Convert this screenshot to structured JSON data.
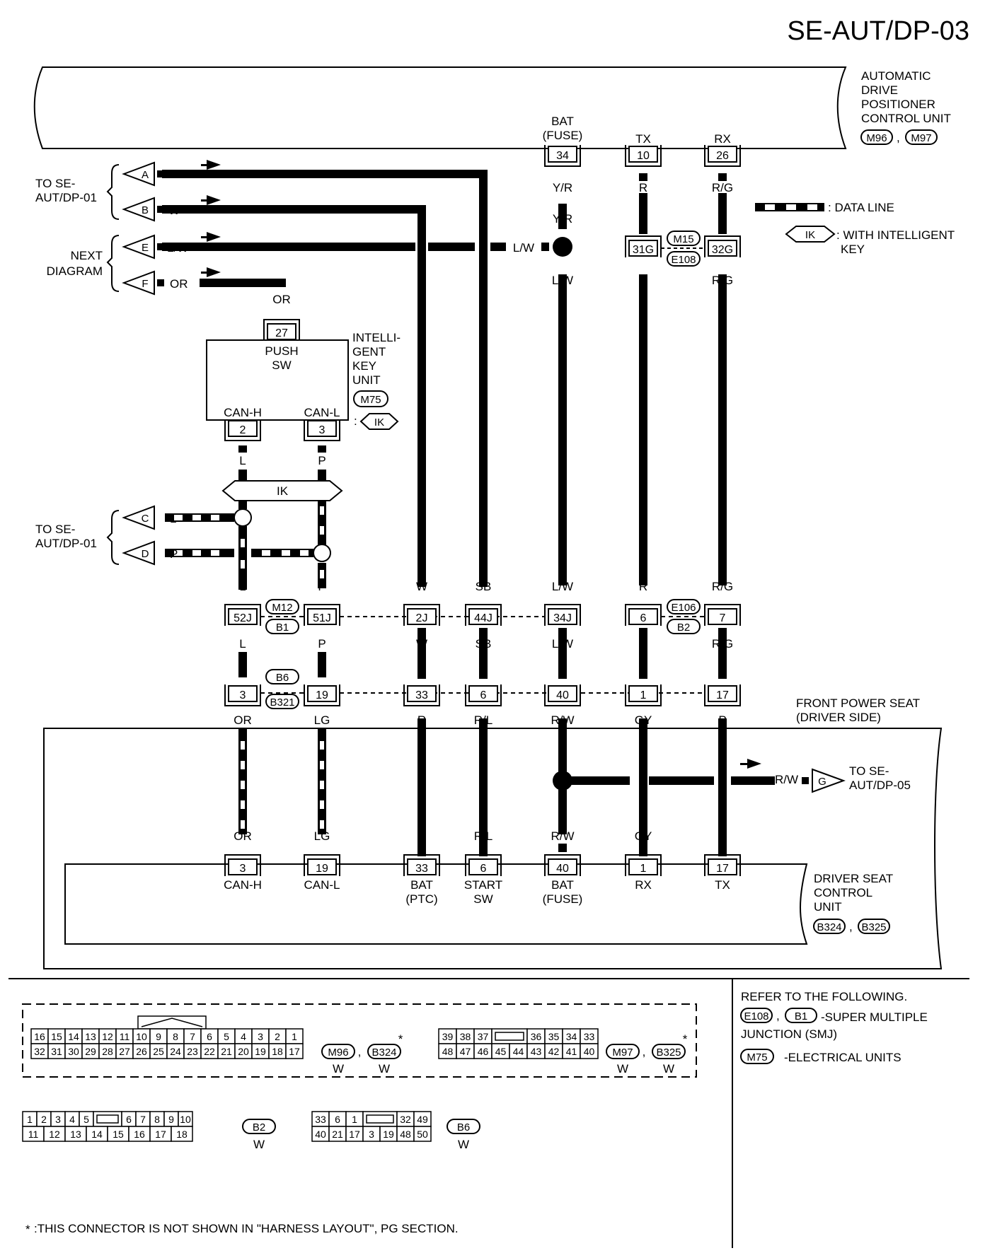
{
  "title": "SE-AUT/DP-03",
  "adp_unit": {
    "name": [
      "AUTOMATIC",
      "DRIVE",
      "POSITIONER",
      "CONTROL UNIT"
    ],
    "connectors": [
      "M96",
      "M97"
    ],
    "sep": ","
  },
  "legend": {
    "data_line": ": DATA LINE",
    "ik_tag": "IK",
    "with_ik": [
      ": WITH INTELLIGENT",
      "KEY"
    ]
  },
  "left_refs": {
    "to_se_01": [
      "TO SE-",
      "AUT/DP-01"
    ],
    "next_diagram": [
      "NEXT",
      "DIAGRAM"
    ],
    "A": {
      "tag": "A",
      "color": "SB"
    },
    "B": {
      "tag": "B",
      "color": "W"
    },
    "E": {
      "tag": "E",
      "color": "L/W"
    },
    "F": {
      "tag": "F",
      "color": "OR"
    },
    "C": {
      "tag": "C",
      "color": "L"
    },
    "D": {
      "tag": "D",
      "color": "P"
    }
  },
  "top_pins": {
    "bat": {
      "label": [
        "BAT",
        "(FUSE)"
      ],
      "pin": "34",
      "c1": "Y/R",
      "c2": "Y/R",
      "c3": "L/W"
    },
    "tx": {
      "label": "TX",
      "pin": "10",
      "c1": "R",
      "c2": "R"
    },
    "rx": {
      "label": "RX",
      "pin": "26",
      "c1": "R/G",
      "c2": "R/G"
    }
  },
  "splice_lw": "L/W",
  "m15": {
    "a": "31G",
    "b": "32G",
    "top": "M15",
    "bottom": "E108"
  },
  "iku": {
    "name": [
      "INTELLI-",
      "GENT",
      "KEY",
      "UNIT"
    ],
    "connector": "M75",
    "ik_tag": "IK",
    "colon": ":",
    "top_color": "OR",
    "top_pin": "27",
    "inner": [
      "PUSH",
      "SW"
    ],
    "pins": [
      {
        "label": "CAN-H",
        "pin": "2",
        "color": "L"
      },
      {
        "label": "CAN-L",
        "pin": "3",
        "color": "P"
      }
    ]
  },
  "ik_bar": "IK",
  "row1": {
    "pins": [
      "52J",
      "51J",
      "2J",
      "44J",
      "34J",
      "6",
      "7"
    ],
    "above": [
      "L",
      "P",
      "W",
      "SB",
      "L/W",
      "R",
      "R/G"
    ],
    "below": [
      "L",
      "P",
      "W",
      "SB",
      "L/W",
      "R",
      "R/G"
    ],
    "conn_a": {
      "top": "M12",
      "bottom": "B1"
    },
    "conn_b": {
      "top": "E106",
      "bottom": "B2"
    }
  },
  "row2": {
    "pins": [
      "3",
      "19",
      "33",
      "6",
      "40",
      "1",
      "17"
    ],
    "below": [
      "OR",
      "LG",
      "R",
      "R/L",
      "R/W",
      "GY",
      "P"
    ],
    "conn": {
      "top": "B6",
      "bottom": "B321"
    }
  },
  "seat": {
    "name": [
      "FRONT POWER SEAT",
      "(DRIVER SIDE)"
    ],
    "rw": "R/W",
    "g_tag": "G",
    "to_05": [
      "TO SE-",
      "AUT/DP-05"
    ]
  },
  "dsu": {
    "colors": [
      "OR",
      "LG",
      "R",
      "R/L",
      "R/W",
      "GY",
      "P"
    ],
    "pins": [
      "3",
      "19",
      "33",
      "6",
      "40",
      "1",
      "17"
    ],
    "labels": [
      [
        "CAN-H"
      ],
      [
        "CAN-L"
      ],
      [
        "BAT",
        "(PTC)"
      ],
      [
        "START",
        "SW"
      ],
      [
        "BAT",
        "(FUSE)"
      ],
      [
        "RX"
      ],
      [
        "TX"
      ]
    ],
    "name": [
      "DRIVER SEAT",
      "CONTROL",
      "UNIT"
    ],
    "connectors": [
      "B324",
      "B325"
    ],
    "sep": ","
  },
  "connectors": {
    "m96": {
      "top": [
        "16",
        "15",
        "14",
        "13",
        "12",
        "11",
        "10",
        "9",
        "8",
        "7",
        "6",
        "5",
        "4",
        "3",
        "2",
        "1"
      ],
      "bottom": [
        "32",
        "31",
        "30",
        "29",
        "28",
        "27",
        "26",
        "25",
        "24",
        "23",
        "22",
        "21",
        "20",
        "19",
        "18",
        "17"
      ],
      "tags": [
        "M96",
        "B324"
      ],
      "sep": ",",
      "w": "W",
      "star": "*"
    },
    "m97": {
      "top": [
        "39",
        "38",
        "37",
        "",
        "36",
        "35",
        "34",
        "33"
      ],
      "bottom": [
        "48",
        "47",
        "46",
        "45",
        "44",
        "43",
        "42",
        "41",
        "40"
      ],
      "tags": [
        "M97",
        "B325"
      ],
      "sep": ",",
      "w": "W",
      "star": "*"
    },
    "b2": {
      "top": [
        "1",
        "2",
        "3",
        "4",
        "5",
        "",
        "6",
        "7",
        "8",
        "9",
        "10"
      ],
      "bottom": [
        "11",
        "12",
        "13",
        "14",
        "15",
        "16",
        "17",
        "18"
      ],
      "tag": "B2",
      "w": "W"
    },
    "b6": {
      "top": [
        "33",
        "6",
        "1",
        "",
        "32",
        "49"
      ],
      "bottom": [
        "40",
        "21",
        "17",
        "3",
        "19",
        "48",
        "50"
      ],
      "tag": "B6",
      "w": "W"
    }
  },
  "refer": {
    "head": "REFER TO THE FOLLOWING.",
    "smj_tags": [
      "E108",
      "B1"
    ],
    "sep": ",",
    "smj": [
      "-SUPER MULTIPLE",
      "JUNCTION (SMJ)"
    ],
    "eu_tag": "M75",
    "eu": "-ELECTRICAL UNITS"
  },
  "footnote": {
    "star": "*",
    "text": ":THIS CONNECTOR IS NOT SHOWN IN \"HARNESS LAYOUT\", PG SECTION."
  }
}
